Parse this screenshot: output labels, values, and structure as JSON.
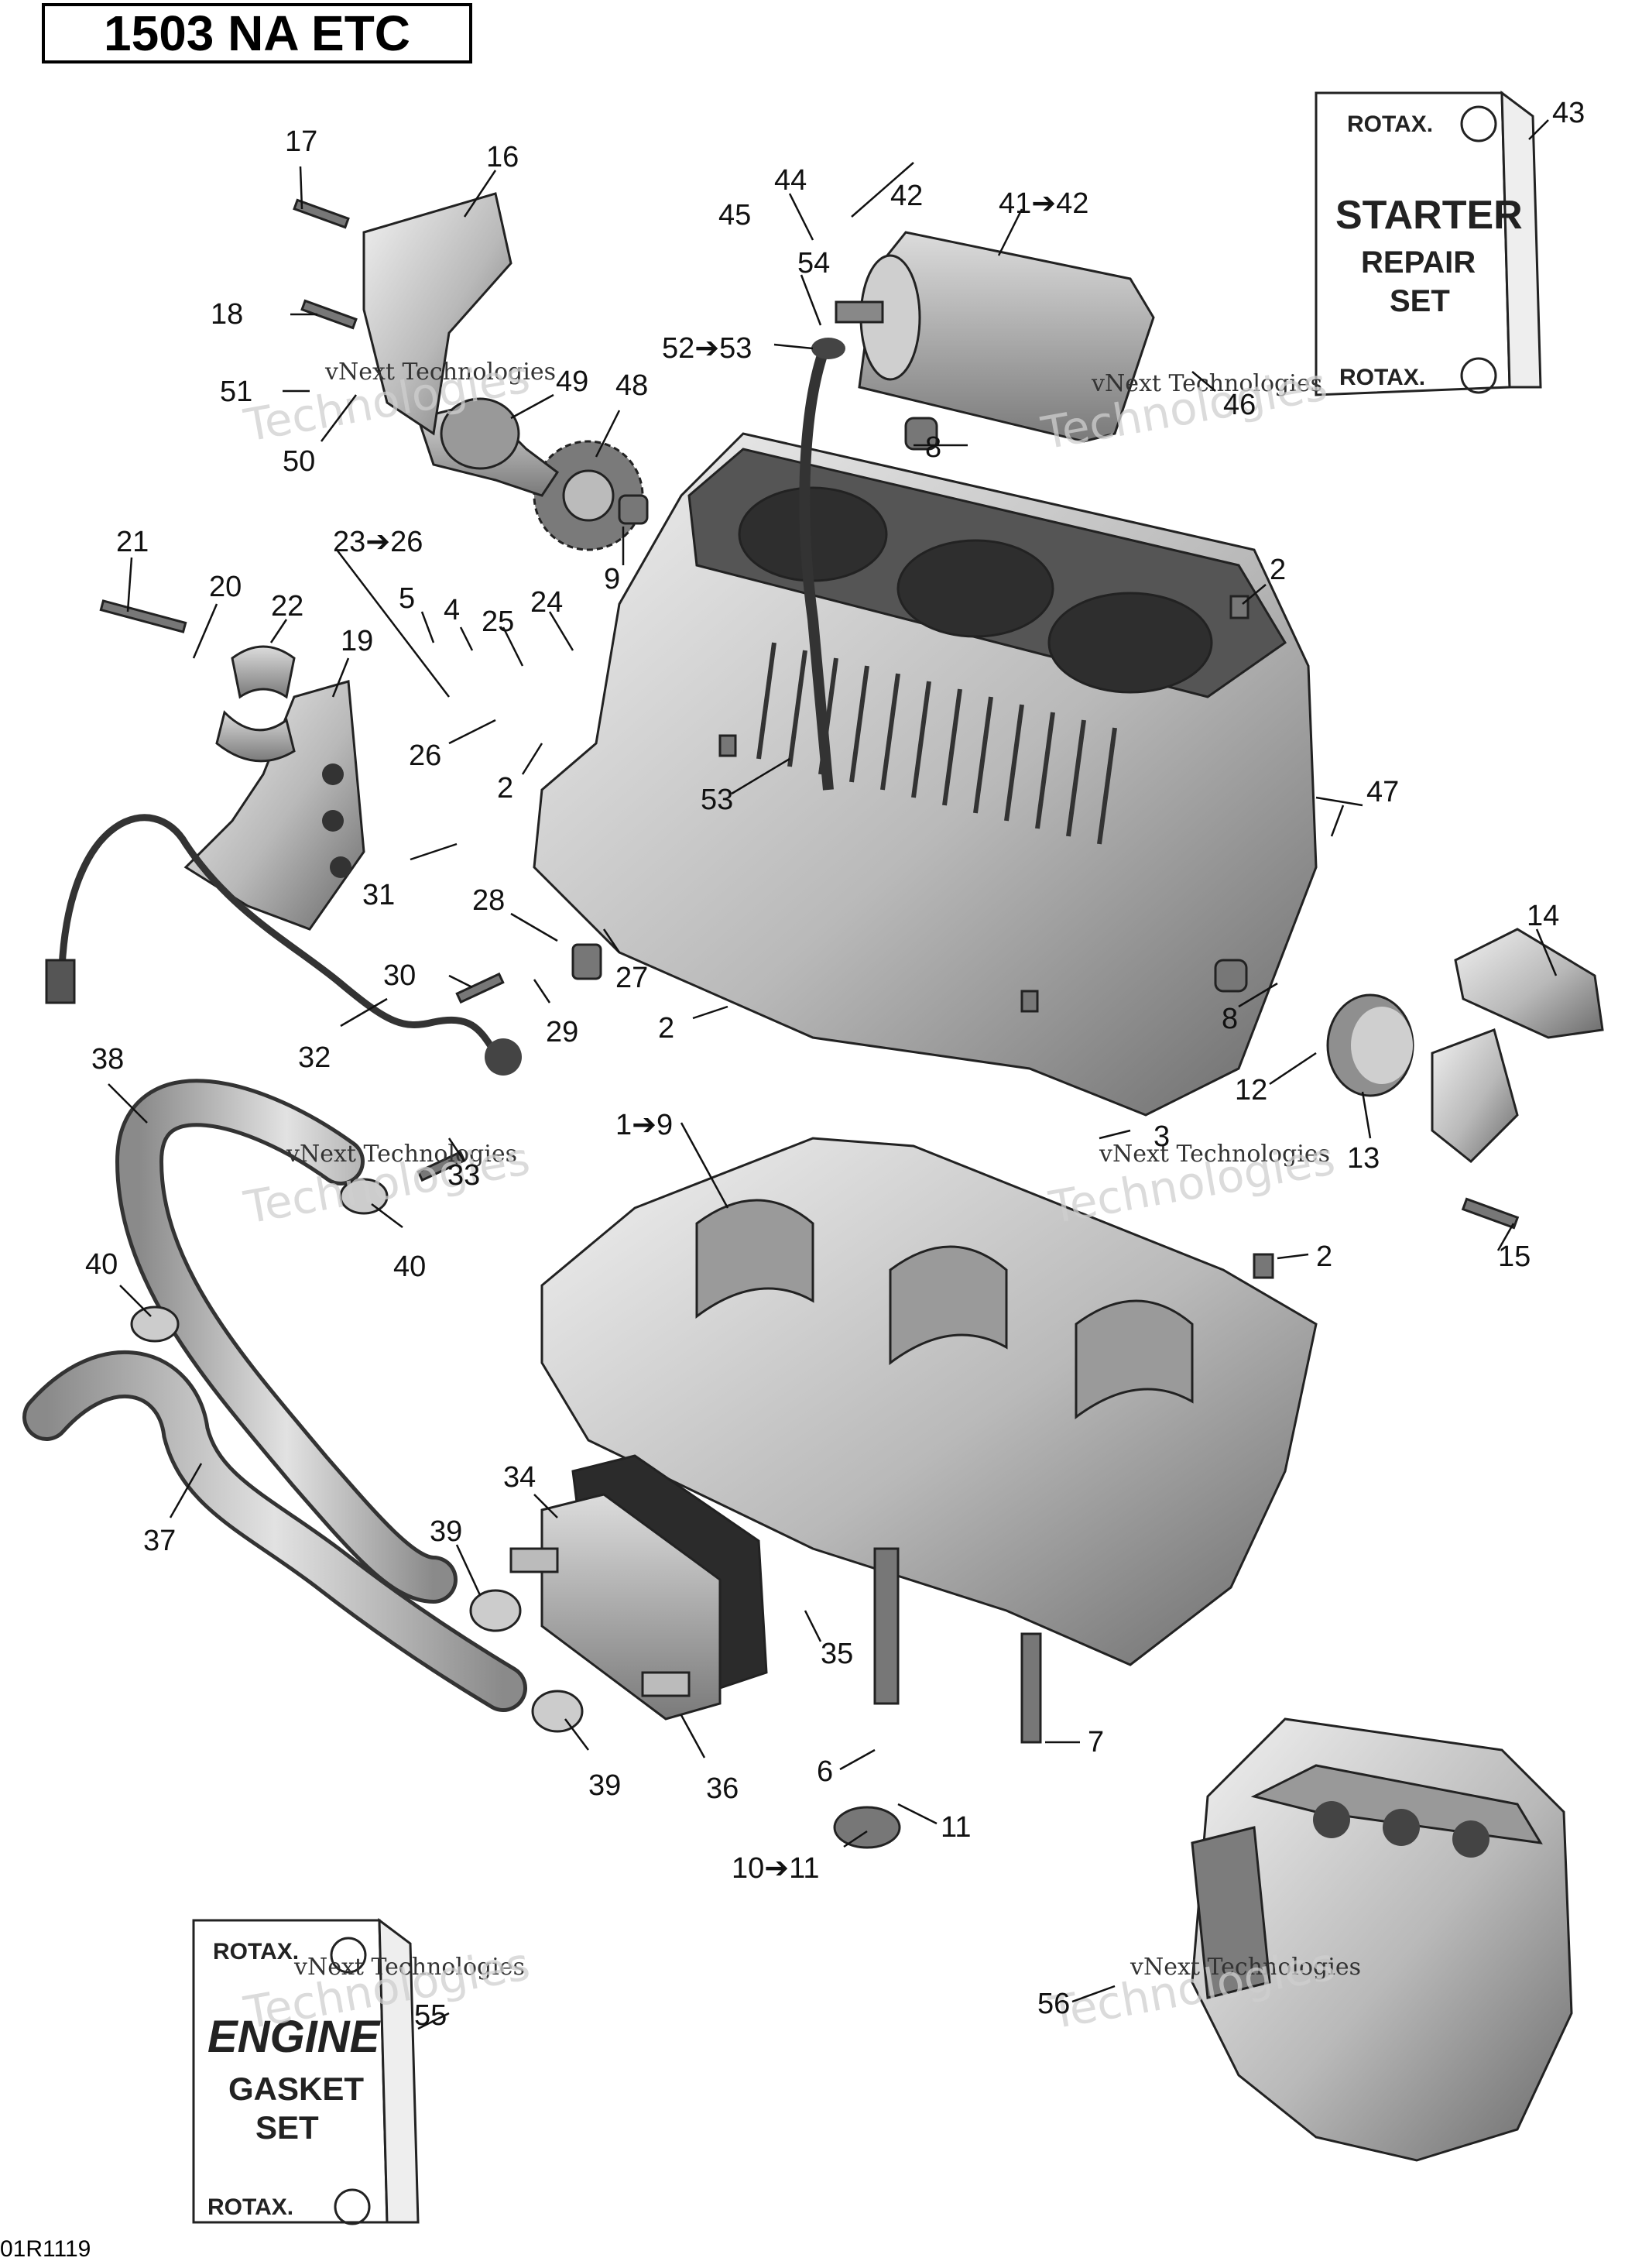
{
  "title": "1503 NA ETC",
  "figure_code": "01R1119",
  "watermark": {
    "line1": "vNext Technologies",
    "line2": "Technologies"
  },
  "kits": {
    "starter": {
      "brand": "ROTAX.",
      "lines": [
        "STARTER",
        "REPAIR",
        "SET"
      ]
    },
    "engine": {
      "brand": "ROTAX.",
      "lines": [
        "ENGINE",
        "GASKET",
        "SET"
      ]
    }
  },
  "callouts": [
    "17",
    "16",
    "44",
    "42",
    "45",
    "41➔42",
    "43",
    "54",
    "18",
    "52➔53",
    "51",
    "49",
    "48",
    "46",
    "50",
    "8",
    "21",
    "23➔26",
    "20",
    "22",
    "5",
    "4",
    "25",
    "24",
    "19",
    "9",
    "2",
    "26",
    "47",
    "2",
    "53",
    "31",
    "28",
    "27",
    "14",
    "30",
    "29",
    "2",
    "8",
    "12",
    "32",
    "38",
    "3",
    "13",
    "1➔9",
    "33",
    "40",
    "15",
    "2",
    "40",
    "34",
    "37",
    "39",
    "35",
    "7",
    "6",
    "11",
    "39",
    "36",
    "10➔11",
    "55",
    "56"
  ],
  "colors": {
    "ink": "#111111",
    "metal_light": "#e6e6e6",
    "metal_mid": "#b5b5b5",
    "metal_dark": "#6f6f6f",
    "watermark": "#cfcfcf"
  }
}
